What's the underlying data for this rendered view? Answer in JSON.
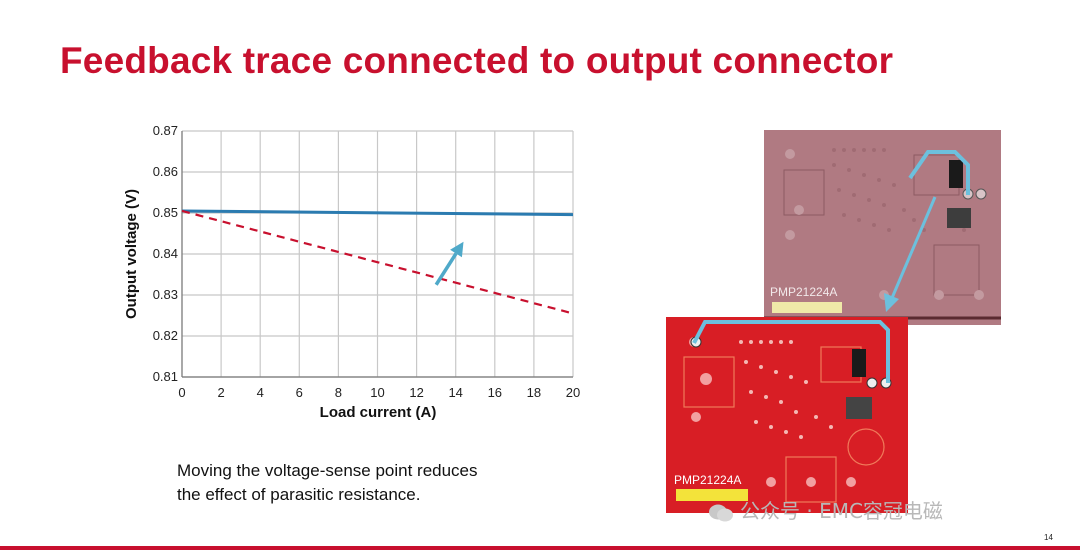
{
  "slide": {
    "title": "Feedback trace connected to output connector",
    "caption_line1": "Moving the voltage-sense point reduces",
    "caption_line2": "the effect of parasitic resistance.",
    "page_number": "14",
    "watermark": "公众号 · EMC容冠电磁"
  },
  "pcb_top": {
    "label": "PMP21224A"
  },
  "pcb_bottom": {
    "label": "PMP21224A"
  },
  "colors": {
    "title": "#c8102e",
    "solid_series": "#2b7bb0",
    "dashed_series": "#c8102e",
    "arrow": "#4fa9c9",
    "grid": "#c8c8c8"
  },
  "chart_data": {
    "type": "line",
    "xlabel": "Load current (A)",
    "ylabel": "Output voltage (V)",
    "xlim": [
      0,
      20
    ],
    "ylim": [
      0.81,
      0.87
    ],
    "xticks": [
      0,
      2,
      4,
      6,
      8,
      10,
      12,
      14,
      16,
      18,
      20
    ],
    "yticks": [
      0.81,
      0.82,
      0.83,
      0.84,
      0.85,
      0.86,
      0.87
    ],
    "xtick_labels": [
      "0",
      "2",
      "4",
      "6",
      "8",
      "10",
      "12",
      "14",
      "16",
      "18",
      "20"
    ],
    "ytick_labels": [
      "0.81",
      "0.82",
      "0.83",
      "0.84",
      "0.85",
      "0.86",
      "0.87"
    ],
    "grid": true,
    "series": [
      {
        "style": "solid",
        "x": [
          0,
          20
        ],
        "y": [
          0.8505,
          0.8496
        ]
      },
      {
        "style": "dashed",
        "x": [
          0,
          20
        ],
        "y": [
          0.8505,
          0.8255
        ]
      }
    ],
    "annotation_arrow": {
      "from": [
        13.0,
        0.8325
      ],
      "to": [
        14.4,
        0.843
      ]
    }
  }
}
